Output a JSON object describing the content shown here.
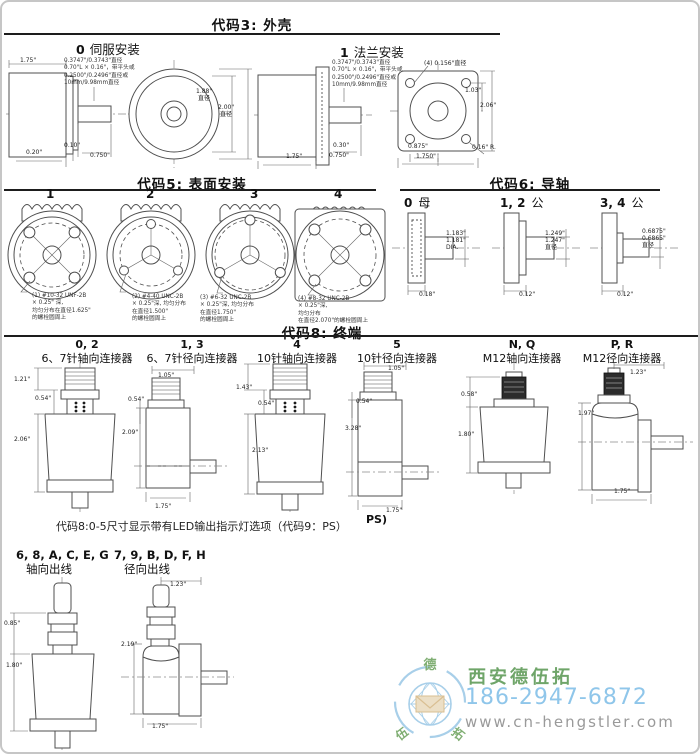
{
  "sections": {
    "code3": {
      "title": "代码3: 外壳",
      "opt_servo_code": "0",
      "opt_servo_label": "伺服安装",
      "opt_flange_code": "1",
      "opt_flange_label": "法兰安装",
      "shaft_note": "0.3747\"/0.3743\"直径\n0.70\"L × 0.16\"，带平头或\n0.2500\"/0.2496\"直径或\n10mm/9.98mm直径",
      "servo": {
        "dim_body_w": "1.75\"",
        "dim_a": "0.20\"",
        "dim_b": "0.10\"",
        "dim_c": "0.750\"",
        "dim_d1": "1.88\"\n直径",
        "dim_d2": "2.00\"\n直径"
      },
      "flange": {
        "hole_note": "(4) 0.156\"直径",
        "dim_body_w": "1.75\"",
        "dim_a": "0.30\"",
        "dim_b": "0.750\"",
        "dim_h1": "1.03\"",
        "dim_h2": "2.06\"",
        "dim_w1": "0.875\"",
        "dim_w2": "1.750\"",
        "dim_r": "0.16\" R."
      }
    },
    "code5": {
      "title": "代码5: 表面安装",
      "items": [
        {
          "num": "1",
          "note": "(1) #10-32 UNF-2B\n× 0.25\" 深,\n均匀分布在直径1.625\"\n的螺栓圆周上"
        },
        {
          "num": "2",
          "note": "(2) #4-40 UNC-2B\n× 0.25\"深, 均匀分布\n在直径1.500\"\n的螺栓圆周上"
        },
        {
          "num": "3",
          "note": "(3) #6-32 UNC-2B\n× 0.25\"深, 均匀分布\n在直径1.750\"\n的螺栓圆周上"
        },
        {
          "num": "4",
          "note": "(4) #8-32 UNC-2B\n× 0.25\"深,\n均匀分布\n在直径2.070\"的螺栓圆周上"
        }
      ]
    },
    "code6": {
      "title": "代码6: 导轴",
      "items": [
        {
          "code": "0",
          "gender": "母",
          "dim_dia": "1.183\"\n1.181\"\nDIA.",
          "dim_w": "0.18\""
        },
        {
          "code": "1, 2",
          "gender": "公",
          "dim_dia": "1.249\"\n1.247\"\n直径",
          "dim_w": "0.12\""
        },
        {
          "code": "3, 4",
          "gender": "公",
          "dim_dia": "0.6875\"\n0.6865\"\n直径",
          "dim_w": "0.12\""
        }
      ]
    },
    "code8": {
      "title": "代码8: 终端",
      "note": "代码8:0-5尺寸显示带有LED输出指示灯选项（代码9：PS）",
      "cols": [
        {
          "codes": "0, 2",
          "label": "6、7针轴向连接器",
          "d1": "1.21\"",
          "d2": "0.54\"",
          "d3": "2.06\""
        },
        {
          "codes": "1, 3",
          "label": "6、7针径向连接器",
          "d1": "1.05\"",
          "d2": "0.54\"",
          "d3": "2.09\"",
          "d4": "1.75\""
        },
        {
          "codes": "4",
          "label": "10针轴向连接器",
          "d1": "1.43\"",
          "d2": "0.54\"",
          "d3": "2.13\""
        },
        {
          "codes": "5",
          "label": "10针径向连接器",
          "d1": "1.05\"",
          "d2": "0.54\"",
          "d3": "3.28\"",
          "d4": "1.75\"",
          "tag": "PS)"
        },
        {
          "codes": "N, Q",
          "label": "M12轴向连接器",
          "d1": "0.58\"",
          "d2": "1.80\""
        },
        {
          "codes": "P, R",
          "label": "M12径向连接器",
          "d1": "1.23\"",
          "d2": "1.97\"",
          "d3": "1.75\""
        }
      ]
    },
    "exits": {
      "axial": {
        "codes": "6, 8, A, C, E, G",
        "label": "轴向出线",
        "d1": "0.85\"",
        "d2": "1.80\""
      },
      "radial": {
        "codes": "7, 9, B, D, F, H",
        "label": "径向出线",
        "d1": "1.23\"",
        "d2": "2.19\"",
        "d3": "1.75\""
      }
    }
  },
  "footer": {
    "company": "西安德伍拓",
    "phone": "186-2947-6872",
    "website": "www.cn-hengstler.com",
    "logo_char_top": "德",
    "logo_char_left": "伍",
    "logo_char_right": "拓",
    "colors": {
      "company_green": "#6fa569",
      "phone_blue": "#8fc6ea",
      "website_gray": "#9a9a9a",
      "logo_blue": "#a8cfe9"
    }
  }
}
